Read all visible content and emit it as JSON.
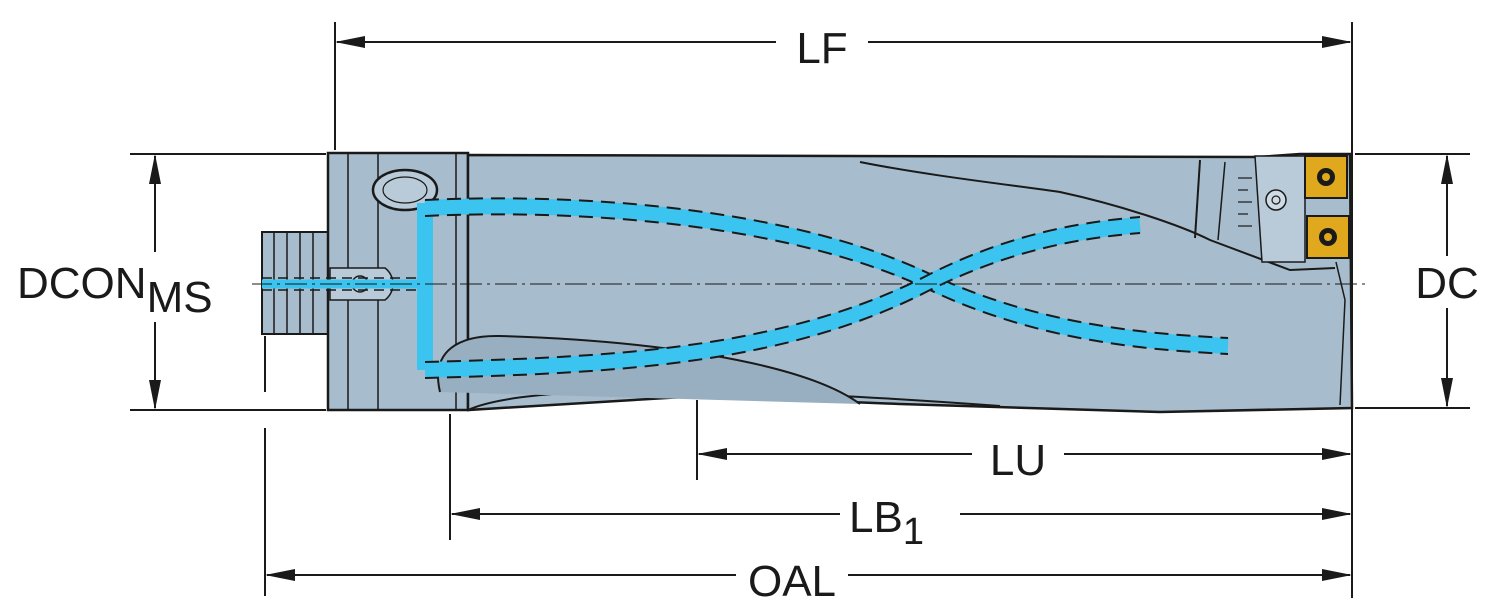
{
  "labels": {
    "lf": "LF",
    "dcon": "DCON",
    "dcon_sub": "MS",
    "dc": "DC",
    "lu": "LU",
    "lb": "LB",
    "lb_sub": "1",
    "oal": "OAL"
  },
  "colors": {
    "body": "#a7bccc",
    "body_dark": "#8ea6b8",
    "outline": "#1a1a1a",
    "coolant": "#3cc4f0",
    "insert": "#e0a81c",
    "dimension_line": "#1a1a1a"
  }
}
